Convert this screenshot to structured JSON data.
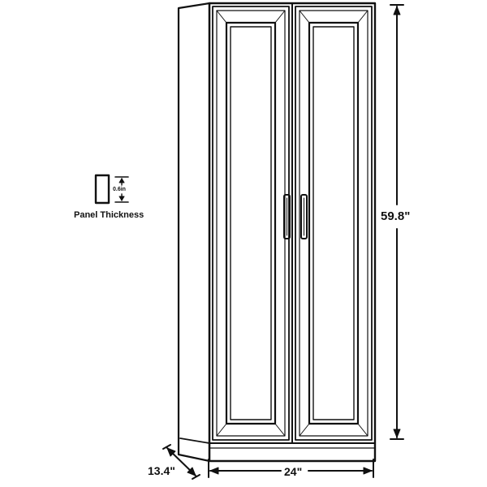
{
  "product": {
    "name": "Double-door cabinet with framed panels",
    "line_color": "#111111",
    "background": "#ffffff"
  },
  "dimensions": {
    "height": "59.8\"",
    "width": "24\"",
    "depth": "13.4\""
  },
  "panel": {
    "label": "Panel Thickness",
    "thickness": "0.6in",
    "icon": "panel-cross-section-icon"
  }
}
